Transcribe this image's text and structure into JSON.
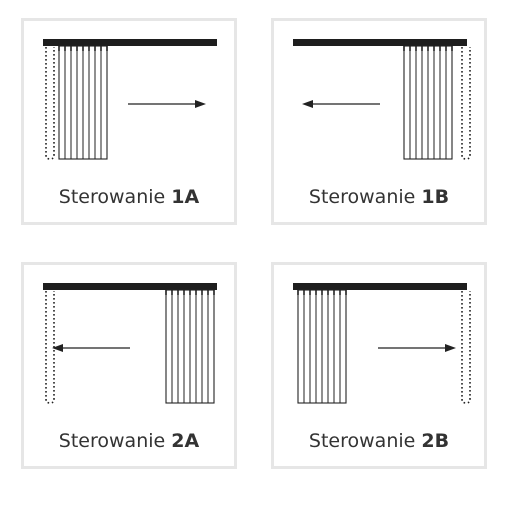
{
  "colors": {
    "ink": "#222222",
    "rail": "#1e1e1e",
    "border": "#e6e6e6",
    "caption": "#333333"
  },
  "panels": [
    {
      "caption": {
        "prefix": "Sterowanie ",
        "code": "1A"
      },
      "chain_side": "left",
      "stack_side": "left",
      "arrow": "right"
    },
    {
      "caption": {
        "prefix": "Sterowanie ",
        "code": "1B"
      },
      "chain_side": "right",
      "stack_side": "right",
      "arrow": "left"
    },
    {
      "caption": {
        "prefix": "Sterowanie ",
        "code": "2A"
      },
      "chain_side": "left",
      "stack_side": "right",
      "arrow": "left"
    },
    {
      "caption": {
        "prefix": "Sterowanie ",
        "code": "2B"
      },
      "chain_side": "right",
      "stack_side": "left",
      "arrow": "right"
    }
  ]
}
